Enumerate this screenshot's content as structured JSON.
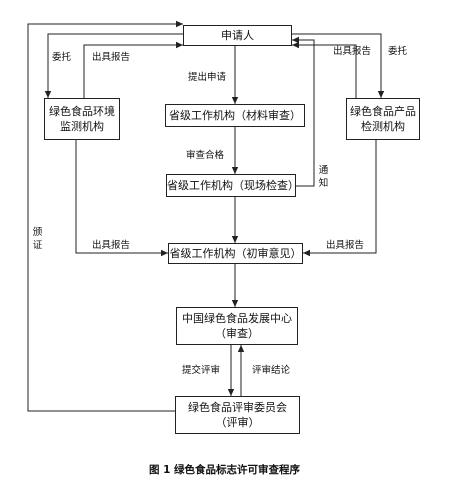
{
  "nodes": {
    "applicant": "申请人",
    "env_monitor": [
      "绿色食品环境",
      "监测机构"
    ],
    "product_test": [
      "绿色食品产品",
      "检测机构"
    ],
    "prov_material": "省级工作机构（材料审查）",
    "prov_onsite": "省级工作机构（现场检查）",
    "prov_initial": "省级工作机构（初审意见）",
    "center": [
      "中国绿色食品发展中心",
      "（审查）"
    ],
    "committee": [
      "绿色食品评审委员会",
      "（评审）"
    ]
  },
  "edge_labels": {
    "entrust_left": "委托",
    "report_left_top": "出具报告",
    "submit_application": "提出申请",
    "report_right_top": "出具报告",
    "entrust_right": "委托",
    "review_passed": "审查合格",
    "notify": [
      "通",
      "知"
    ],
    "issue_cert": [
      "颁",
      "证"
    ],
    "report_left_mid": "出具报告",
    "report_right_mid": "出具报告",
    "submit_review": "提交评审",
    "review_result": "评审结论"
  },
  "caption": "图 1   绿色食品标志许可审查程序"
}
